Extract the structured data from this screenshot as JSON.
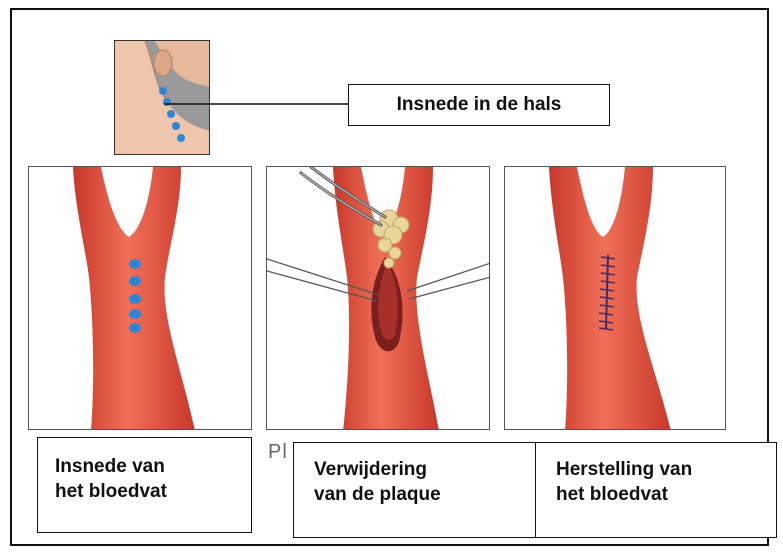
{
  "labels": {
    "neck_incision": "Insnede in de hals",
    "vessel_incision": [
      "Insnede van",
      "het bloedvat"
    ],
    "plaque_removal": [
      "Verwijdering",
      "van de plaque"
    ],
    "vessel_repair": [
      "Herstelling van",
      "het bloedvat"
    ]
  },
  "fragment_text": "Pl",
  "colors": {
    "artery": "#e8503a",
    "artery_dark": "#c9372a",
    "incision_dots": "#2f86d6",
    "plaque": "#e9d49a"
  }
}
